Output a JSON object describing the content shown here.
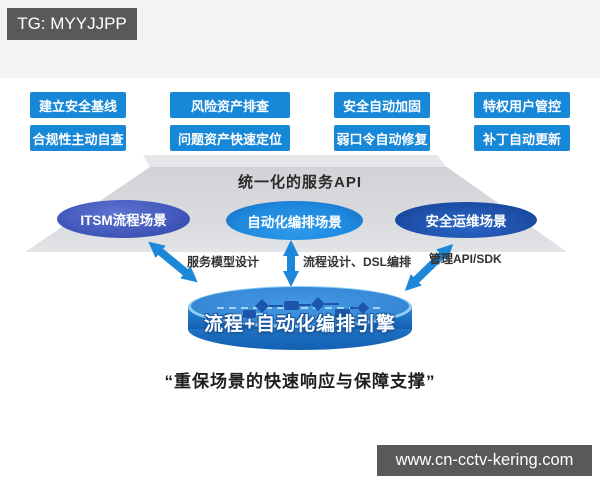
{
  "badges": {
    "top_left": "TG: MYYJJPP",
    "bottom_right": "www.cn-cctv-kering.com"
  },
  "capabilities": {
    "items": [
      {
        "label": "建立安全基线"
      },
      {
        "label": "风险资产排查"
      },
      {
        "label": "安全自动加固"
      },
      {
        "label": "特权用户管控"
      },
      {
        "label": "合规性主动自查"
      },
      {
        "label": "问题资产快速定位"
      },
      {
        "label": "弱口令自动修复"
      },
      {
        "label": "补丁自动更新"
      }
    ]
  },
  "platform": {
    "api_label": "统一化的服务API"
  },
  "scenes": {
    "items": [
      {
        "label": "ITSM流程场景"
      },
      {
        "label": "自动化编排场景"
      },
      {
        "label": "安全运维场景"
      }
    ]
  },
  "connectors": {
    "items": [
      {
        "label": "服务模型设计"
      },
      {
        "label": "流程设计、DSL编排"
      },
      {
        "label": "管理API/SDK"
      }
    ]
  },
  "engine": {
    "label": "流程+自动化编排引擎"
  },
  "caption": {
    "text": "“重保场景的快速响应与保障支撑”"
  },
  "colors": {
    "button_blue": "#1787d8",
    "scene_indigo": "#3f55b8",
    "scene_blue": "#1e88dd",
    "scene_navy": "#1d4fa8",
    "arrow_blue": "#1d87da",
    "platform_gray": "#d4d5d8",
    "badge_gray": "#59595b",
    "engine_top": "#3b90da",
    "engine_side": "#1460b2"
  }
}
